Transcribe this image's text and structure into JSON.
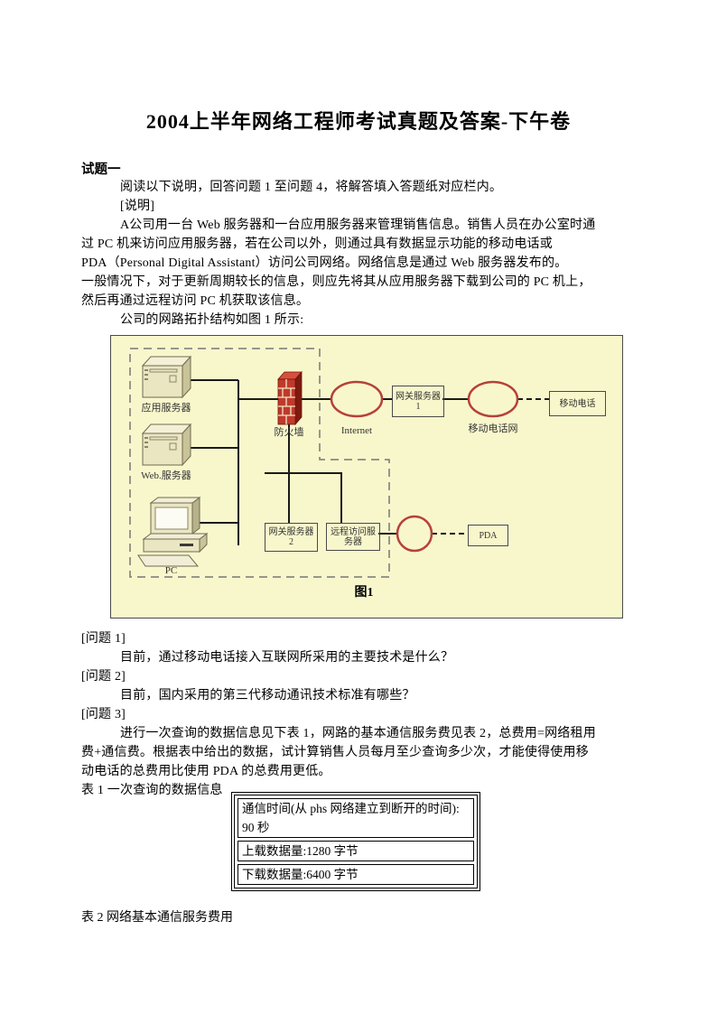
{
  "document": {
    "title": "2004上半年网络工程师考试真题及答案-下午卷",
    "section_heading": "试题一",
    "intro_line": "阅读以下说明，回答问题 1 至问题 4，将解答填入答题纸对应栏内。",
    "note_label": "[说明]",
    "description_lines": [
      "A公司用一台 Web 服务器和一台应用服务器来管理销售信息。销售人员在办公室时通",
      "过 PC 机来访问应用服务器，若在公司以外，则通过具有数据显示功能的移动电话或",
      "PDA（Personal Digital Assistant）访问公司网络。网络信息是通过 Web 服务器发布的。",
      "一般情况下，对于更新周期较长的信息，则应先将其从应用服务器下载到公司的 PC 机上，",
      "然后再通过远程访问 PC 机获取该信息。",
      "公司的网路拓扑结构如图 1 所示:"
    ],
    "questions": [
      {
        "label": "[问题 1]",
        "line1": "目前，通过移动电话接入互联网所采用的主要技术是什么？"
      },
      {
        "label": "[问题 2]",
        "line1": "目前，国内采用的第三代移动通讯技术标准有哪些？"
      },
      {
        "label": "[问题 3]",
        "line1": "进行一次查询的数据信息见下表 1，网路的基本通信服务费见表 2，总费用=网络租用",
        "line2": "费+通信费。根据表中给出的数据，试计算销售人员每月至少查询多少次，才能使得使用移",
        "line3": "动电话的总费用比使用 PDA 的总费用更低。"
      }
    ],
    "table1": {
      "caption": "表 1 一次查询的数据信息",
      "rows": [
        "通信时间(从 phs 网络建立到断开的时间):\n90 秒",
        "上载数据量:1280 字节",
        "下载数据量:6400 字节"
      ]
    },
    "table2_caption": "表 2 网络基本通信服务费用"
  },
  "figure": {
    "caption": "图1",
    "labels": {
      "app_server": "应用服务器",
      "web_server": "Web.服务器",
      "pc": "PC",
      "firewall": "防火墙",
      "internet": "Internet",
      "gateway1_line1": "网关服务器",
      "gateway1_line2": "1",
      "mobile_network": "移动电话网",
      "mobile_phone": "移动电话",
      "gateway2_line1": "网关服务器",
      "gateway2_line2": "2",
      "remote_access_line1": "远程访问服",
      "remote_access_line2": "务器",
      "pda": "PDA"
    },
    "colors": {
      "background": "#F8F7CC",
      "cloud_stroke": "#B5413D",
      "brick_fill": "#C03A2B",
      "line": "#1A1A1A"
    }
  }
}
